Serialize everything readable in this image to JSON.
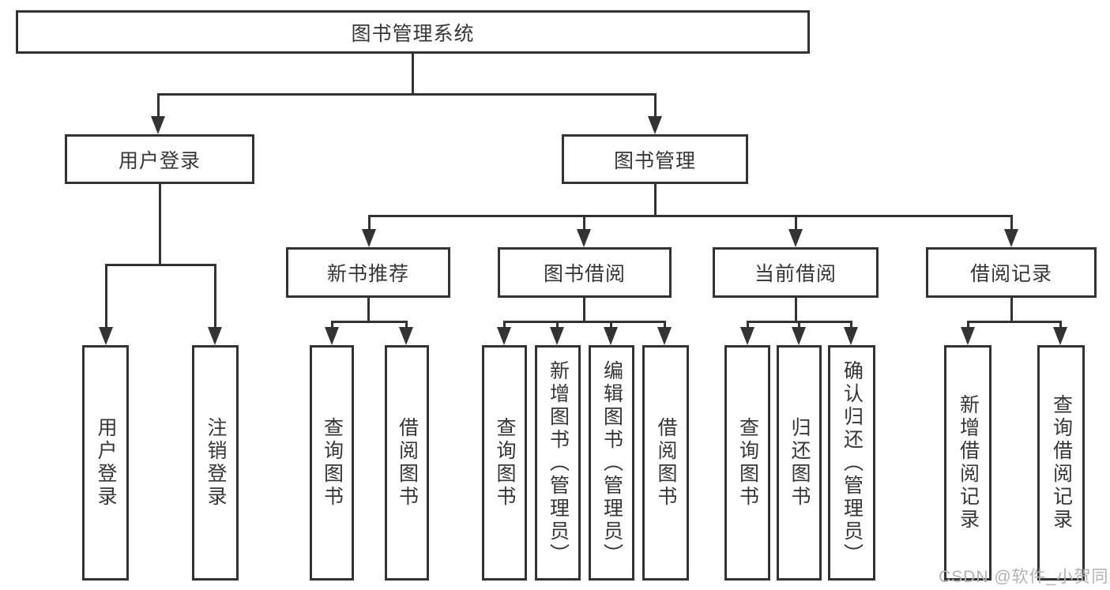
{
  "diagram": {
    "root_label": "图书管理系统",
    "branches": [
      {
        "label": "用户登录",
        "children": [
          {
            "label": "用户登录"
          },
          {
            "label": "注销登录"
          }
        ]
      },
      {
        "label": "图书管理",
        "children": [
          {
            "label": "新书推荐",
            "children": [
              {
                "label": "查询图书"
              },
              {
                "label": "借阅图书"
              }
            ]
          },
          {
            "label": "图书借阅",
            "children": [
              {
                "label": "查询图书"
              },
              {
                "label": "新增图书（管理员）"
              },
              {
                "label": "编辑图书（管理员）"
              },
              {
                "label": "借阅图书"
              }
            ]
          },
          {
            "label": "当前借阅",
            "children": [
              {
                "label": "查询图书"
              },
              {
                "label": "归还图书"
              },
              {
                "label": "确认归还（管理员）"
              }
            ]
          },
          {
            "label": "借阅记录",
            "children": [
              {
                "label": "新增借阅记录"
              },
              {
                "label": "查询借阅记录"
              }
            ]
          }
        ]
      }
    ]
  },
  "watermark": {
    "text": "CSDN @软件_小贺同学"
  },
  "colors": {
    "line": "#333333",
    "text": "#363636",
    "watermark": "#b2b2b2",
    "background": "#ffffff"
  }
}
